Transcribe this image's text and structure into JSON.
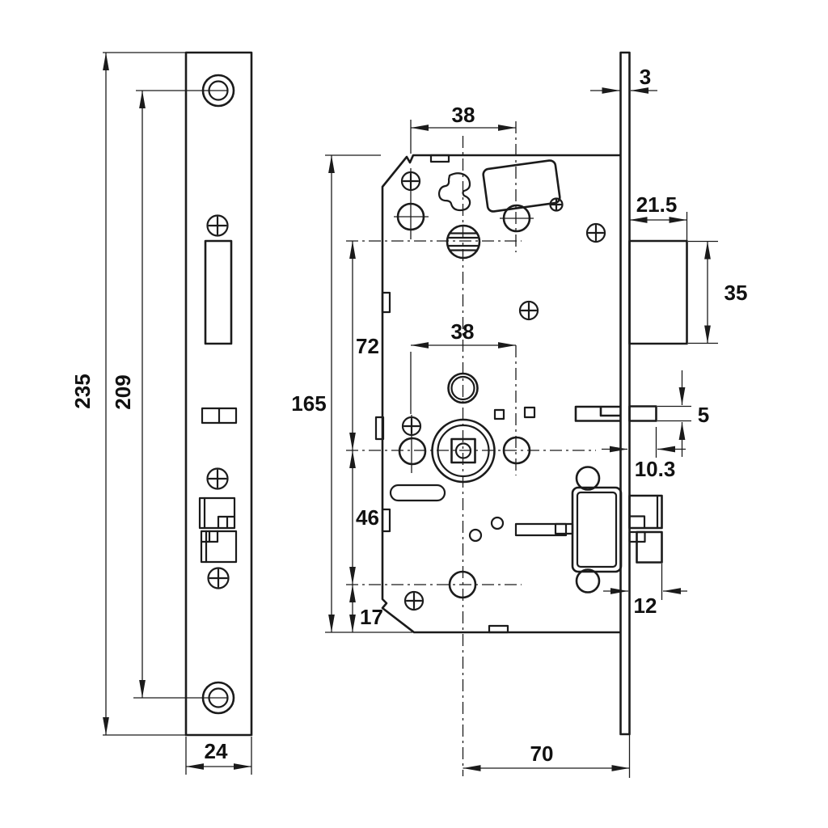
{
  "drawing": {
    "title": "Mortise lock case technical drawing",
    "colors": {
      "line": "#1b1b1b",
      "background": "#ffffff"
    },
    "views": {
      "faceplate_front": "faceplate front view",
      "lock_case_front": "lock case front view",
      "edge_side": "faceplate edge / side view"
    }
  },
  "dimensions": {
    "faceplate_height": "235",
    "screw_hole_spacing": "209",
    "faceplate_width": "24",
    "top_hole_spacing": "38",
    "center_hole_spacing": "38",
    "case_height": "165",
    "top_to_spindle": "72",
    "spindle_to_cylinder": "46",
    "cylinder_to_bottom": "17",
    "backset": "70",
    "plate_thickness": "3",
    "latch_case_depth": "21.5",
    "latch_case_height": "35",
    "latch_bolt_thickness": "5",
    "latch_projection": "10.3",
    "deadbolt_throw": "12"
  }
}
